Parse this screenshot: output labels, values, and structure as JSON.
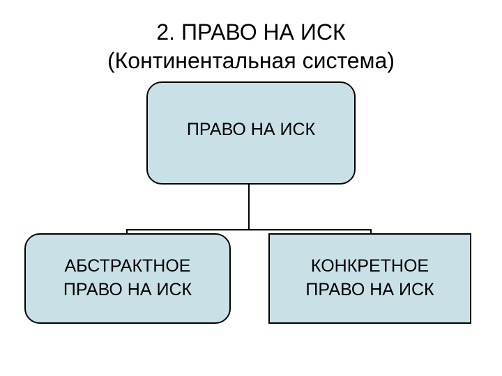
{
  "title": {
    "line1": "2. ПРАВО НА ИСК",
    "line2": "(Континентальная система)"
  },
  "diagram": {
    "root": {
      "label": "ПРАВО НА ИСК"
    },
    "children": [
      {
        "label": "АБСТРАКТНОЕ\nПРАВО НА ИСК"
      },
      {
        "label": "КОНКРЕТНОЕ\nПРАВО НА ИСК"
      }
    ],
    "colors": {
      "box_fill": "#c9e0e6",
      "box_border": "#000000",
      "connector": "#000000",
      "background": "#ffffff",
      "text": "#000000"
    }
  }
}
